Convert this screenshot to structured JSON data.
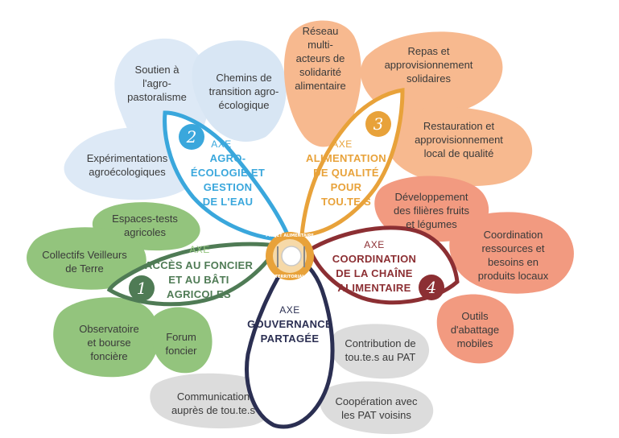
{
  "colors": {
    "blue": "#3aa7dc",
    "blue_light": "#dde9f6",
    "orange": "#e8a23a",
    "orange_light": "#f7b98f",
    "green": "#4f7b55",
    "green_light": "#93c47d",
    "red": "#8c2f33",
    "red_light": "#f29a80",
    "navy": "#2b2f52",
    "grey_light": "#dcdcdc",
    "text": "#3a3a3a"
  },
  "axes": [
    {
      "id": "axis-1",
      "prefix": "AXE",
      "number": "1",
      "title": "ACCÈS AU FONCIER\nET AU BÂTI\nAGRICOLES"
    },
    {
      "id": "axis-2",
      "prefix": "AXE",
      "number": "2",
      "title": "AGRO-\nÉCOLOGIE ET\nGESTION\nDE L'EAU"
    },
    {
      "id": "axis-3",
      "prefix": "AXE",
      "number": "3",
      "title": "ALIMENTATION\nDE QUALITÉ\nPOUR\nTOU.TE.S"
    },
    {
      "id": "axis-4",
      "prefix": "AXE",
      "number": "4",
      "title": "COORDINATION\nDE LA CHAÎNE\nALIMENTAIRE"
    },
    {
      "id": "axis-gov",
      "prefix": "AXE",
      "number": "",
      "title": "GOUVERNANCE\nPARTAGÉE"
    }
  ],
  "logo": {
    "top": "PROJET ALIMENTAIRE",
    "bottom": "TERRITORIAL"
  },
  "actions": {
    "blue": [
      "Soutien à\nl'agro-\npastoralisme",
      "Chemins de\ntransition agro-\nécologique",
      "Expérimentations\nagroécologiques"
    ],
    "orange": [
      "Réseau\nmulti-\nacteurs de\nsolidarité\nalimentaire",
      "Repas et\napprovisionnement\nsolidaires",
      "Restauration et\napprovisionnement\nlocal de qualité"
    ],
    "green": [
      "Espaces-tests\nagricoles",
      "Collectifs Veilleurs\nde Terre",
      "Observatoire\net bourse\nfoncière",
      "Forum\nfoncier"
    ],
    "red": [
      "Développement\ndes filières fruits\net légumes",
      "Coordination\nressources et\nbesoins en\nproduits locaux",
      "Outils\nd'abattage\nmobiles"
    ],
    "grey": [
      "Contribution de\ntou.te.s au PAT",
      "Communication\nauprès de tou.te.s",
      "Coopération avec\nles PAT voisins"
    ]
  }
}
